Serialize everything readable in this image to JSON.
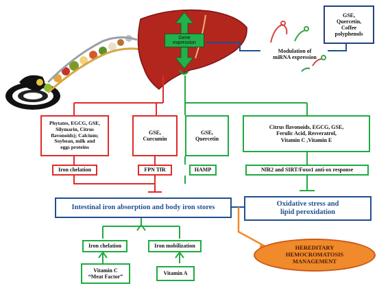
{
  "liver": {
    "gene_label_line1": "Gene",
    "gene_label_line2": "expression"
  },
  "mirna": {
    "label_line1": "Modulation of",
    "label_line2": "miRNA expression"
  },
  "top_right_box": {
    "line1": "GSE,",
    "line2": "Quercetin,",
    "line3": "Coffee",
    "line4": "polyphenols"
  },
  "compound_boxes": {
    "chelators": [
      "Phytates, EGCG, GSE,",
      "Silymarin, Citrus",
      "flavonoids); Calcium;",
      "Soybean, milk and",
      "eggs proteins"
    ],
    "fpn": [
      "GSE,",
      "Curcumin"
    ],
    "hamp": [
      "GSE,",
      "Quercetin"
    ],
    "antiox": [
      "Citrus flavonoids, EGCG, GSE,",
      "Ferulic Acid, Resveratrol,",
      "Vitamin C ,Vitamin E"
    ]
  },
  "mechanisms": {
    "iron_chelation": "Iron chelation",
    "fpn_tfr": "FPN TfR",
    "hamp": "HAMP",
    "nrf2": "NfR2 and SIRT/Foxo1 anti-ox response"
  },
  "outcomes": {
    "intestinal": "Intestinal iron absorption and body iron stores",
    "oxidative_line1": "Oxidative stress and",
    "oxidative_line2": "lipid peroxidation"
  },
  "bottom": {
    "iron_chelation": "Iron chelation",
    "iron_mobilization": "Iron mobilization",
    "vitamin_c_line1": "Vitamin C",
    "vitamin_c_line2": "“Meat Factor”",
    "vitamin_a": "Vitamin A"
  },
  "management": {
    "line1": "HEREDITARY",
    "line2": "HEMOCROMATOSIS",
    "line3": "MANAGEMENT"
  },
  "colors": {
    "red": "#e02a2a",
    "green": "#1faa3f",
    "blue": "#1f4f8f",
    "liver": "#b3261e",
    "orange": "#f08a2a"
  }
}
